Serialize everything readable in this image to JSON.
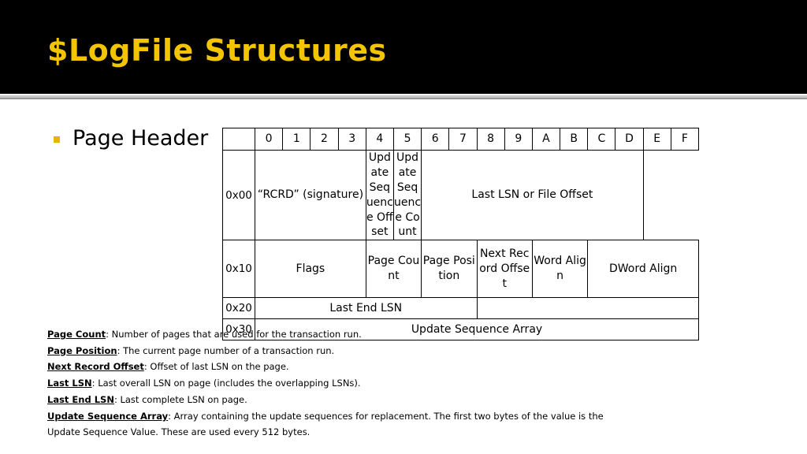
{
  "title": "$LogFile Structures",
  "bullet": "Page Header",
  "colors": {
    "title": "#f2c500",
    "bullet": "#e8b400",
    "title_bar": "#000000"
  },
  "table": {
    "byte_headers": [
      "0",
      "1",
      "2",
      "3",
      "4",
      "5",
      "6",
      "7",
      "8",
      "9",
      "A",
      "B",
      "C",
      "D",
      "E",
      "F"
    ],
    "rows": [
      {
        "offset": "0x00",
        "cells": [
          {
            "text": "“RCRD” (signature)",
            "span": 4
          },
          {
            "text": "Update Sequence Offset",
            "span": 1
          },
          {
            "text": "Update Sequence Count",
            "span": 1
          },
          {
            "text": "Last LSN or File Offset",
            "span": 8
          }
        ]
      },
      {
        "offset": "0x10",
        "cells": [
          {
            "text": "Flags",
            "span": 4
          },
          {
            "text": "Page Count",
            "span": 2
          },
          {
            "text": "Page Position",
            "span": 2
          },
          {
            "text": "Next Record Offset",
            "span": 2
          },
          {
            "text": "Word Align",
            "span": 2
          },
          {
            "text": "DWord Align",
            "span": 4
          }
        ]
      },
      {
        "offset": "0x20",
        "cells": [
          {
            "text": "Last End LSN",
            "span": 8
          },
          {
            "text": "",
            "span": 8
          }
        ]
      },
      {
        "offset": "0x30",
        "cells": [
          {
            "text": "Update Sequence Array",
            "span": 16
          }
        ]
      }
    ]
  },
  "definitions": [
    {
      "term": "Page Count",
      "text": ": Number of pages that are used for the transaction run."
    },
    {
      "term": "Page Position",
      "text": ": The current page number of a transaction run."
    },
    {
      "term": "Next Record Offset",
      "text": ": Offset of last LSN on the page."
    },
    {
      "term": "Last LSN",
      "text": ": Last overall LSN on page (includes the overlapping LSNs)."
    },
    {
      "term": "Last End LSN",
      "text": ": Last complete LSN on page."
    },
    {
      "term": "Update Sequence Array",
      "text": ": Array containing the update sequences for replacement. The first two bytes of the value is the Update Sequence Value. These are used every 512 bytes."
    }
  ]
}
